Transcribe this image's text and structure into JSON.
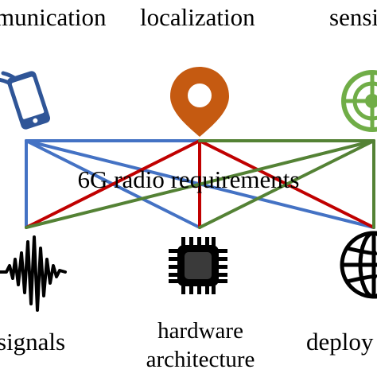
{
  "center_title": "6G radio requirements",
  "top_labels": {
    "communication": "munication",
    "localization": "localization",
    "sensing": "sensi"
  },
  "bottom_labels": {
    "signals": "signals",
    "hardware_line1": "hardware",
    "hardware_line2": "architecture",
    "deployment": "deploy"
  },
  "icons": {
    "communication": "smartphone-icon",
    "localization": "map-pin-icon",
    "sensing": "radar-icon",
    "signals": "waveform-icon",
    "hardware": "chip-icon",
    "deployment": "globe-icon"
  },
  "colors": {
    "communication": "#4472c4",
    "localization": "#c00000",
    "sensing": "#548235",
    "pin": "#c55a11",
    "radar": "#70ad47",
    "phone": "#2f5597",
    "dark": "#000000"
  }
}
